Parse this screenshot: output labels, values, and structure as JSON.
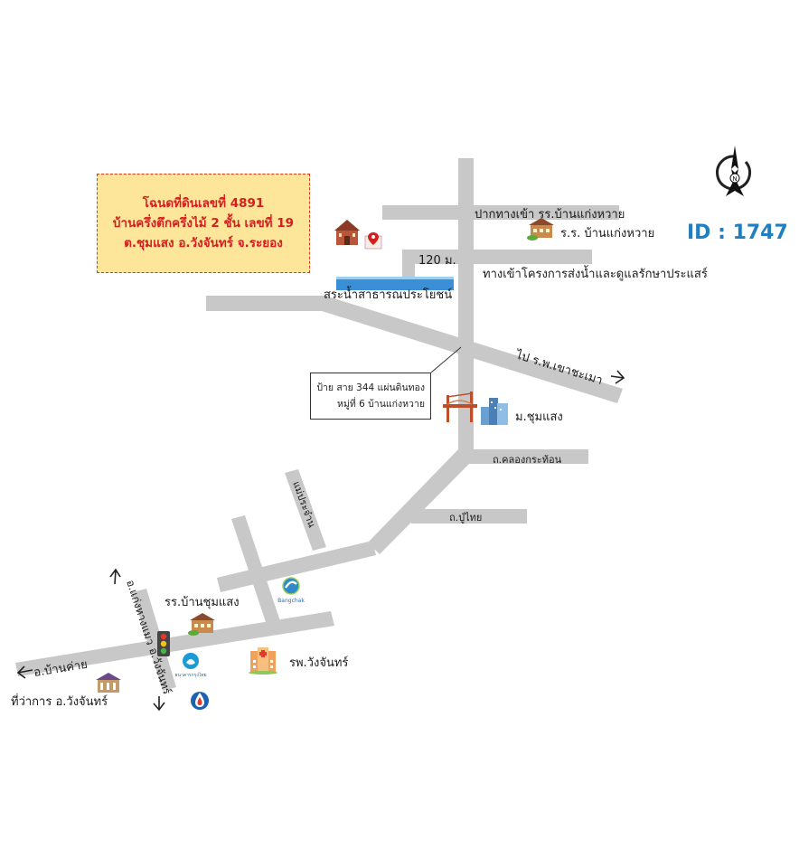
{
  "info": {
    "line1": "โฉนดที่ดินเลขที่ 4891",
    "line2": "บ้านครึ่งตึกครึ่งไม้ 2 ชั้น เลขที่ 19",
    "line3": "ต.ชุมแสง อ.วังจันทร์ จ.ระยอง"
  },
  "id_label": "ID : 1747",
  "sign": {
    "line1": "ป้าย สาย 344 แผ่นดินทอง",
    "line2": "หมู่ที่ 6 บ้านแก่งหวาย"
  },
  "labels": {
    "school_entrance": "ปากทางเข้า รร.บ้านแก่งหวาย",
    "school_kaengwai": "ร.ร. บ้านแก่งหวาย",
    "distance": "120 ม.",
    "waterworks": "ทางเข้าโครงการส่งน้ำและดูแลรักษาประแสร์",
    "public_pond": "สระน้ำสาธารณประโยชน์",
    "to_hospital": "ไป ร.พ.เขาชะเมา",
    "chumsaeng": "ม.ชุมแสง",
    "khlong_krathon": "ถ.คลองกระท้อน",
    "pu_thai": "ถ.ปู่ไทย",
    "mae_prachu": "แม่ประจ๋าน",
    "school_chumsaeng": "รร.บ้านชุมแสง",
    "hospital": "รพ.วังจันทร์",
    "to_ban_khai": "อ.บ้านค่าย",
    "district_office": "ที่ว่าการ อ.วังจันทร์",
    "to_kaeng_hang_maeo": "อ.แก่งหางแมว",
    "to_wang_chan": "อ.วังจันทร์",
    "bangchak": "Bangchak",
    "bank": "ธนาคารกรุงไทย",
    "compass_n": "N"
  },
  "colors": {
    "road": "#c8c8c8",
    "info_bg": "#fde59a",
    "info_text": "#d3201f",
    "id_text": "#1f7fc0",
    "pond": "#3a8fd6"
  },
  "icons": [
    "church-icon",
    "map-pin-icon",
    "school-icon",
    "bridge-icon",
    "city-icon",
    "traffic-light-icon",
    "bank-icon",
    "gas-station-icon",
    "hospital-icon",
    "government-building-icon",
    "compass-icon"
  ]
}
